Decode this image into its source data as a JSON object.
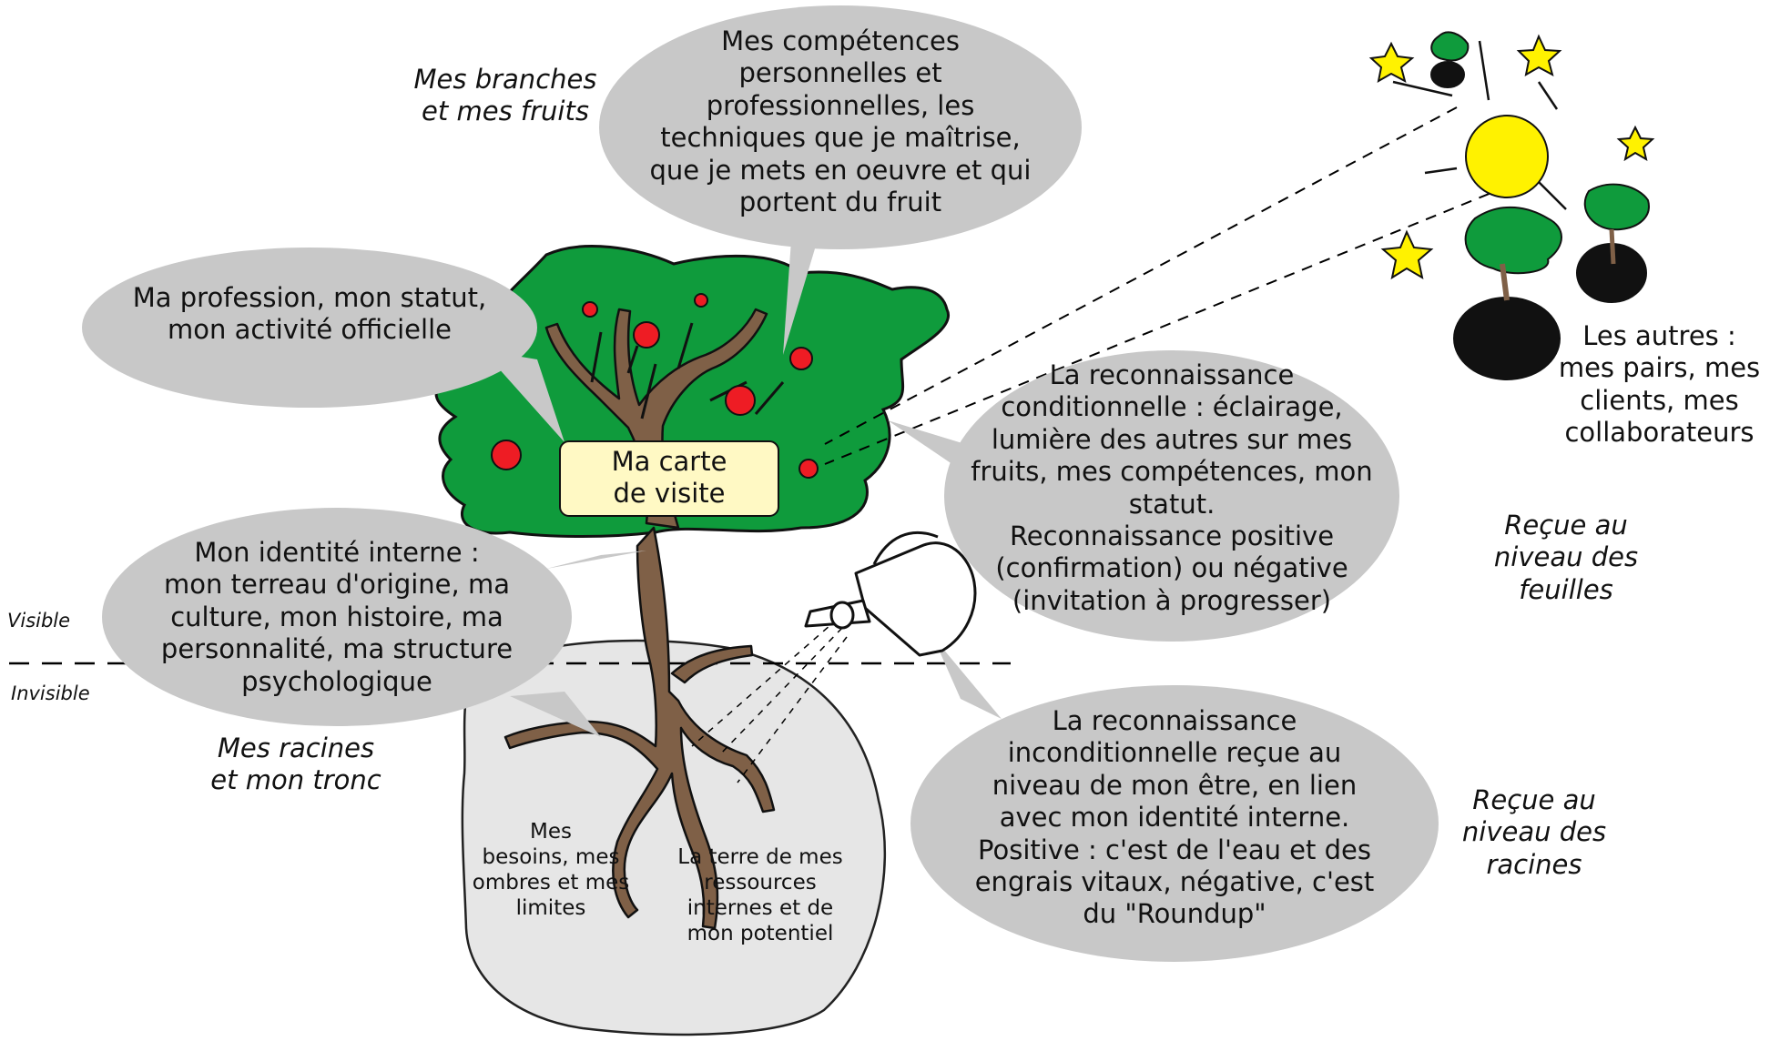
{
  "labels": {
    "branches": [
      "Mes branches",
      "et mes fruits"
    ],
    "roots": [
      "Mes racines",
      "et mon tronc"
    ],
    "visible": "Visible",
    "invisible": "Invisible",
    "leaves_received": [
      "Reçue au",
      "niveau des",
      "feuilles"
    ],
    "roots_received": [
      "Reçue au",
      "niveau des",
      "racines"
    ],
    "others": [
      "Les autres :",
      "mes pairs, mes",
      "clients, mes",
      "collaborateurs"
    ]
  },
  "card": [
    "Ma carte",
    "de visite"
  ],
  "bubbles": {
    "competences": [
      "Mes compétences",
      "personnelles et",
      "professionnelles, les",
      "techniques que je maîtrise,",
      "que je mets en oeuvre et qui",
      "portent du fruit"
    ],
    "profession": [
      "Ma profession, mon statut,",
      "mon activité officielle"
    ],
    "identity": [
      "Mon identité interne :",
      "mon terreau d'origine, ma",
      "culture, mon histoire, ma",
      "personnalité, ma structure",
      "psychologique"
    ],
    "conditional": [
      "La reconnaissance",
      "conditionnelle : éclairage,",
      "lumière des autres sur mes",
      "fruits, mes compétences, mon",
      "statut.",
      "Reconnaissance  positive",
      "(confirmation) ou négative",
      "(invitation à progresser)"
    ],
    "unconditional": [
      "La reconnaissance",
      "inconditionnelle reçue au",
      "niveau de mon être, en lien",
      "avec mon identité interne.",
      "Positive : c'est de l'eau et des",
      "engrais vitaux, négative, c'est",
      "du \"Roundup\""
    ]
  },
  "soil": {
    "needs": [
      "Mes",
      "besoins, mes",
      "ombres et mes",
      "limites"
    ],
    "resources": [
      "La terre de mes",
      "ressources",
      "internes et de",
      "mon potentiel"
    ]
  },
  "colors": {
    "bubble": "#c8c8c8",
    "foliage": "#0f9b3c",
    "trunk": "#7f6047",
    "fruit": "#ee1c24",
    "sun": "#fff200",
    "card": "#fff9c4",
    "soil": "#e6e6e6"
  },
  "icons": [
    "sun-icon",
    "star-icon",
    "watering-can-icon",
    "small-tree-icon"
  ]
}
